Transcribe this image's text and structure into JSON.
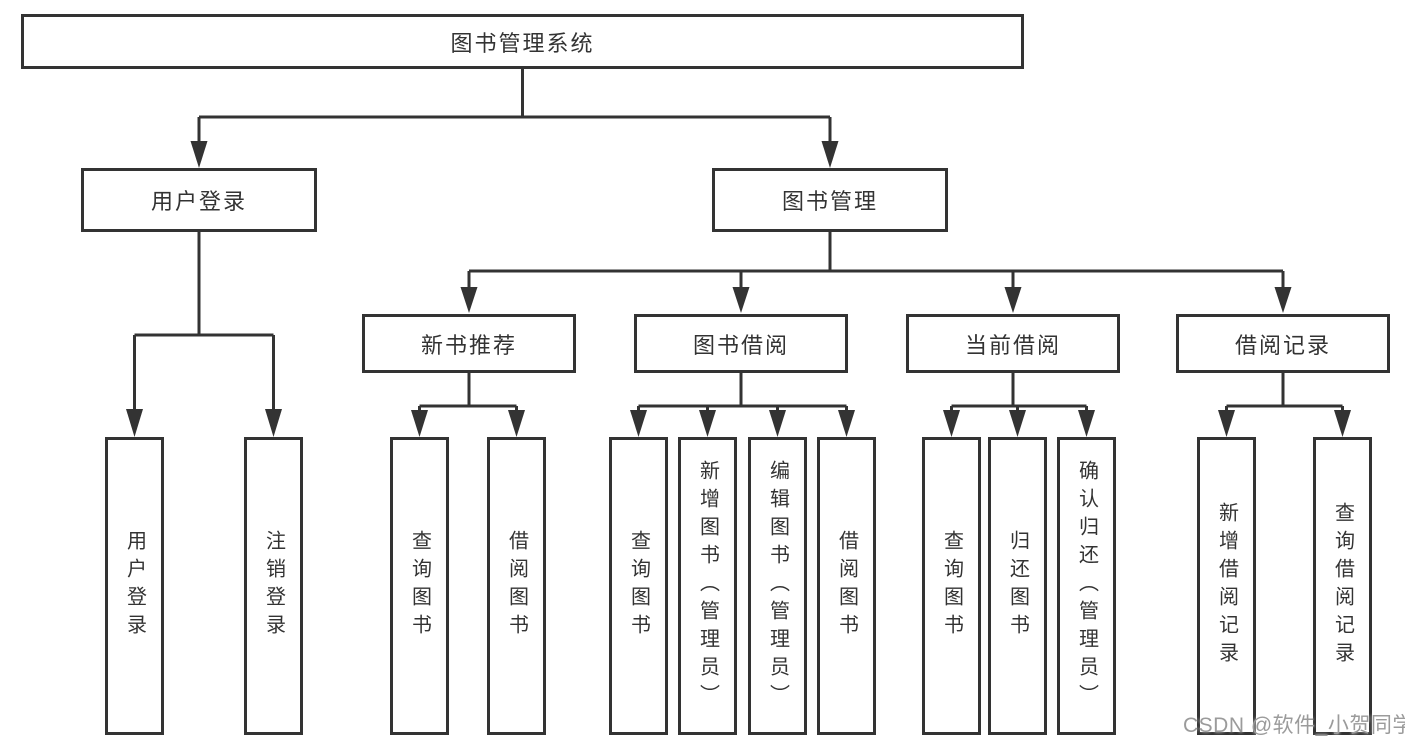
{
  "tree": {
    "label": "图书管理系统",
    "children": [
      {
        "label": "用户登录",
        "children": [
          {
            "label": "用户登录"
          },
          {
            "label": "注销登录"
          }
        ]
      },
      {
        "label": "图书管理",
        "children": [
          {
            "label": "新书推荐",
            "children": [
              {
                "label": "查询图书"
              },
              {
                "label": "借阅图书"
              }
            ]
          },
          {
            "label": "图书借阅",
            "children": [
              {
                "label": "查询图书"
              },
              {
                "label": "新增图书（管理员）"
              },
              {
                "label": "编辑图书（管理员）"
              },
              {
                "label": "借阅图书"
              }
            ]
          },
          {
            "label": "当前借阅",
            "children": [
              {
                "label": "查询图书"
              },
              {
                "label": "归还图书"
              },
              {
                "label": "确认归还（管理员）"
              }
            ]
          },
          {
            "label": "借阅记录",
            "children": [
              {
                "label": "新增借阅记录"
              },
              {
                "label": "查询借阅记录"
              }
            ]
          }
        ]
      }
    ]
  },
  "watermark": {
    "text": "CSDN @软件_小贺同学"
  },
  "colors": {
    "line": "#333333",
    "box_border": "#333333",
    "text": "#333333",
    "background": "#ffffff",
    "watermark": "#9b9b9b"
  }
}
